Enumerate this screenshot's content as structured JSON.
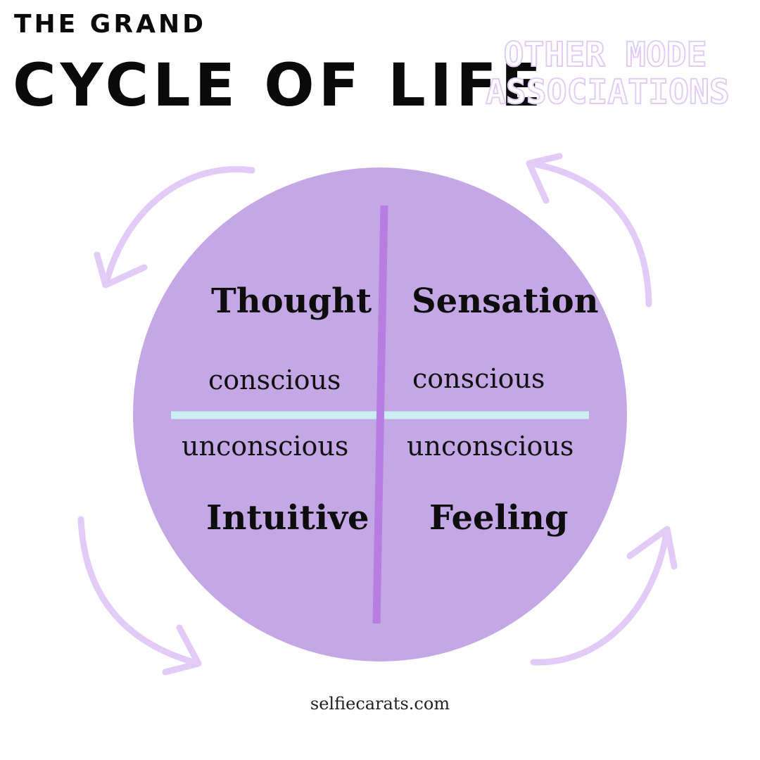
{
  "header": {
    "kicker": "THE GRAND",
    "title": "CYCLE OF LIFE",
    "outline_line1": "OTHER MODE",
    "outline_line2": "ASSOCIATIONS"
  },
  "quadrants": {
    "top_left": {
      "name": "Thought",
      "state": "conscious"
    },
    "top_right": {
      "name": "Sensation",
      "state": "conscious"
    },
    "bottom_left": {
      "name": "Intuitive",
      "state": "unconscious"
    },
    "bottom_right": {
      "name": "Feeling",
      "state": "unconscious"
    }
  },
  "footer": {
    "site": "selfiecarats.com"
  },
  "colors": {
    "circle": "#c4a8e6",
    "arrow": "#e2ccf7",
    "vertical_divider": "#b77de0",
    "horizontal_divider": "#cbeef2",
    "text": "#0d0d0d"
  }
}
